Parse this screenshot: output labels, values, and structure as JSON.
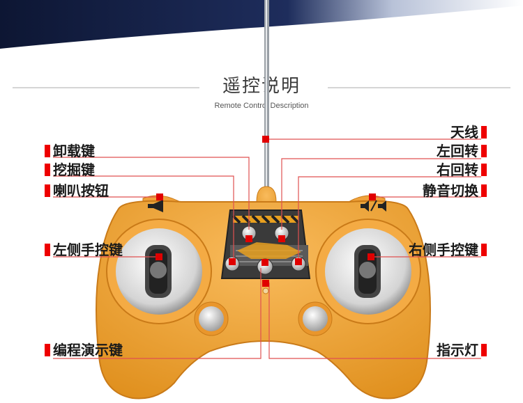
{
  "title": "遥控说明",
  "subtitle": "Remote Control Description",
  "labels_left": {
    "unload": "卸载键",
    "dig": "挖掘键",
    "horn": "喇叭按钮",
    "left_stick": "左侧手控键",
    "demo": "编程演示键"
  },
  "labels_right": {
    "antenna": "天线",
    "turn_left": "左回转",
    "turn_right": "右回转",
    "mute": "静音切换",
    "right_stick": "右侧手控键",
    "indicator": "指示灯"
  },
  "colors": {
    "controller_body": "#f0a23a",
    "controller_edge": "#c97a18",
    "marker": "#e00000",
    "leader_line": "#e05050",
    "banner": "#0d1633"
  }
}
